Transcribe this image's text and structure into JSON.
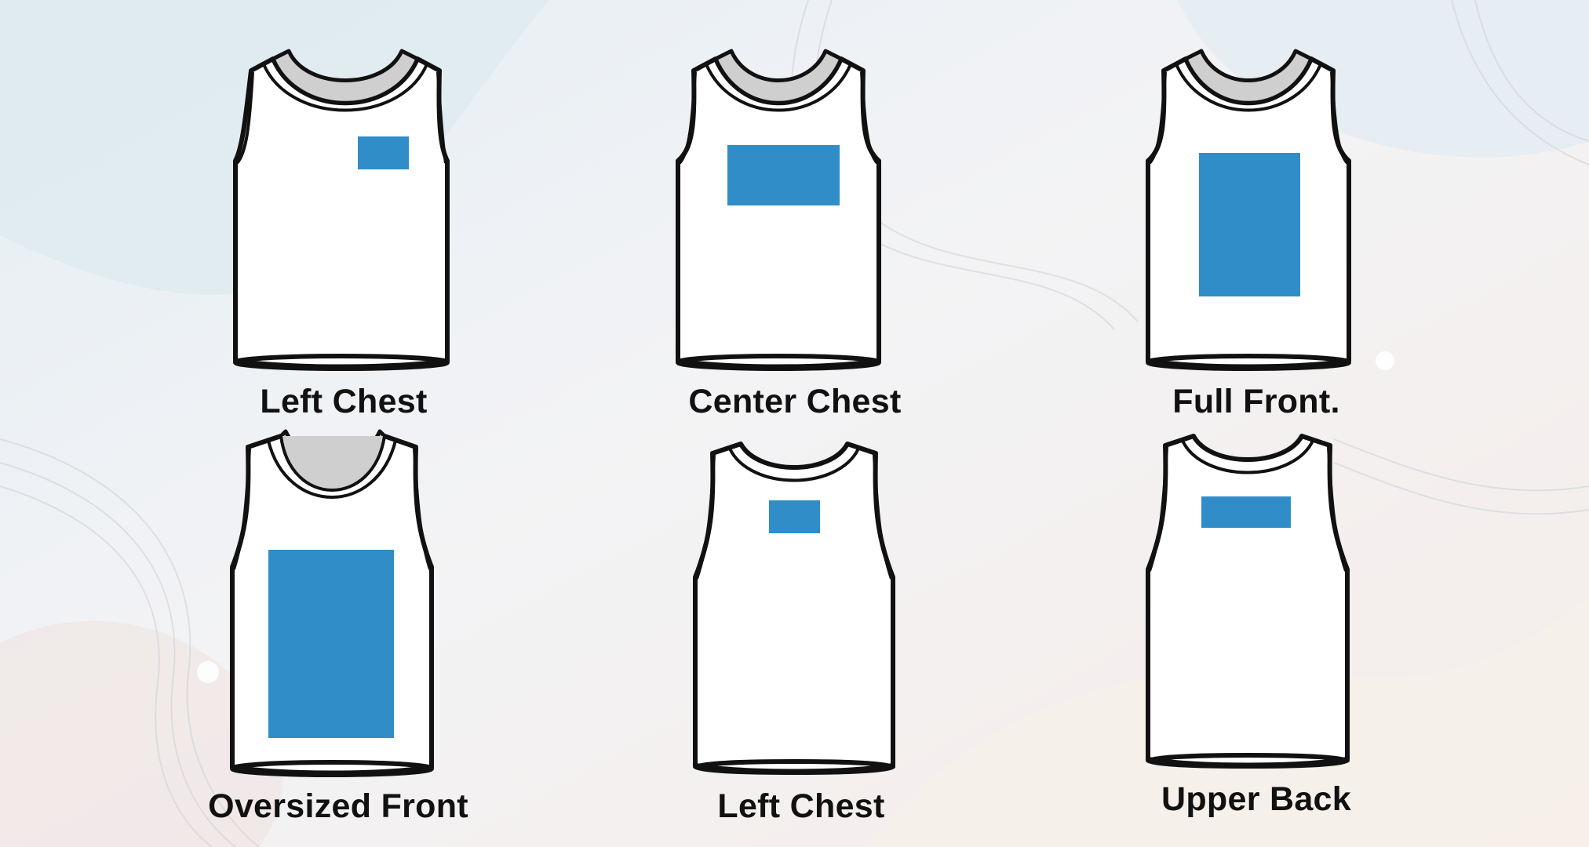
{
  "colors": {
    "print_area": "#318dc8",
    "outline": "#111111",
    "fabric": "#ffffff",
    "collar_inner": "#cfcfcf"
  },
  "placements": [
    {
      "label": "Left Chest",
      "view": "front",
      "print_area_icon": "rectangle-print-area"
    },
    {
      "label": "Center Chest",
      "view": "front",
      "print_area_icon": "rectangle-print-area"
    },
    {
      "label": "Full Front.",
      "view": "front",
      "print_area_icon": "rectangle-print-area"
    },
    {
      "label": "Oversized Front",
      "view": "front",
      "print_area_icon": "rectangle-print-area"
    },
    {
      "label": "Left Chest",
      "view": "back",
      "print_area_icon": "rectangle-print-area"
    },
    {
      "label": "Upper Back",
      "view": "back",
      "print_area_icon": "rectangle-print-area"
    }
  ]
}
